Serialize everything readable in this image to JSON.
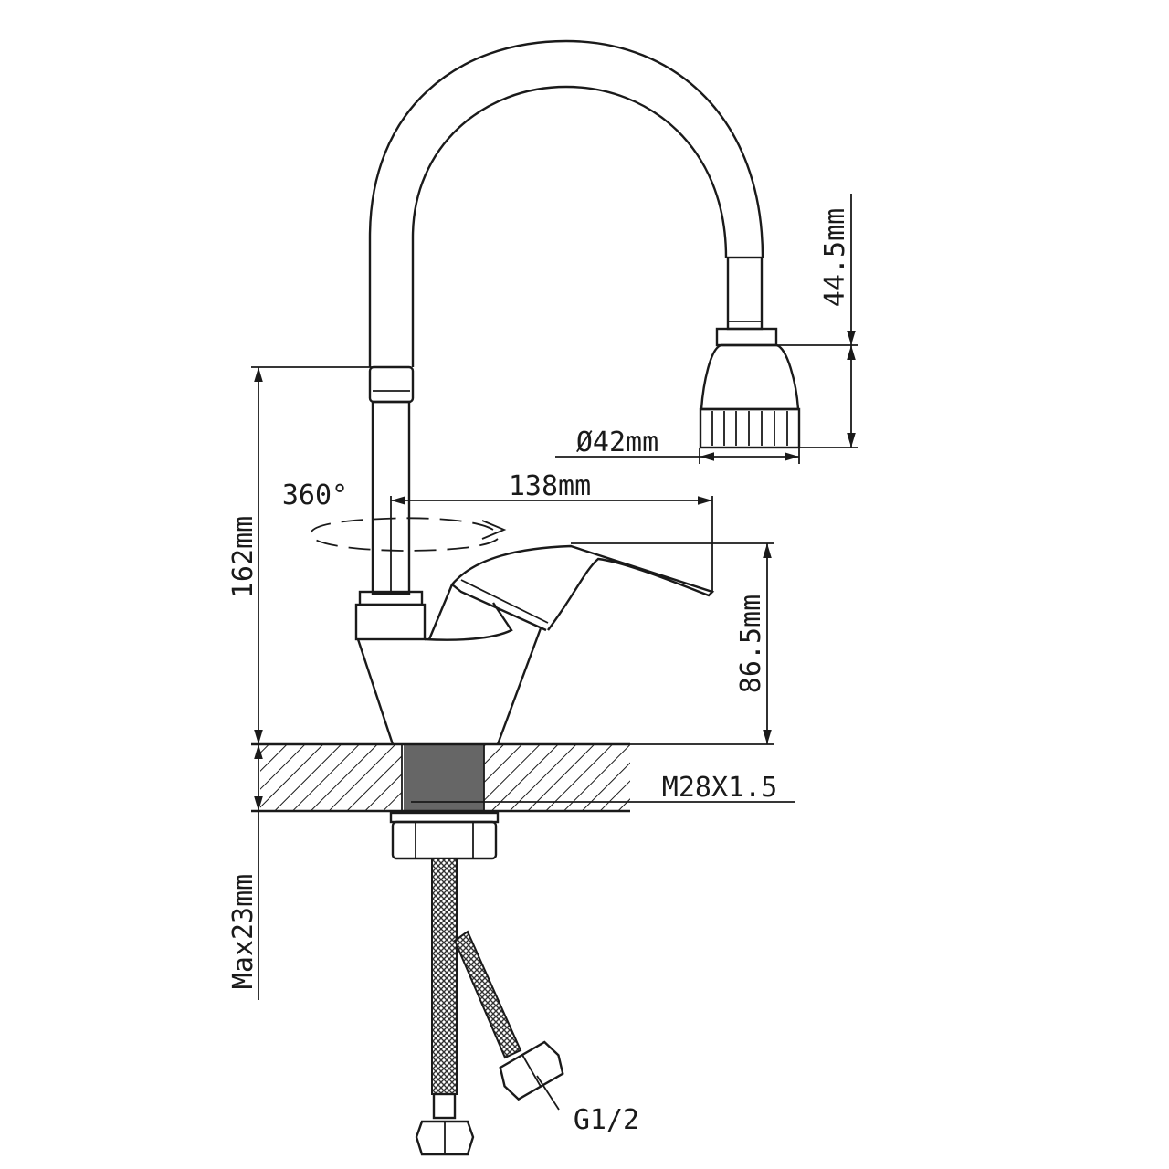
{
  "title": "Faucet dimension drawing",
  "colors": {
    "line": "#1a1a1a",
    "thread": "#666666",
    "background": "#ffffff"
  },
  "dimensions": {
    "spout_height": "162mm",
    "aerator_height": "44.5mm",
    "aerator_diameter": "Ø42mm",
    "spout_reach": "138mm",
    "rotation": "360°",
    "body_height": "86.5mm",
    "mount_thread": "M28X1.5",
    "max_counter_thickness": "Max23mm",
    "hose_connector": "G1/2"
  }
}
